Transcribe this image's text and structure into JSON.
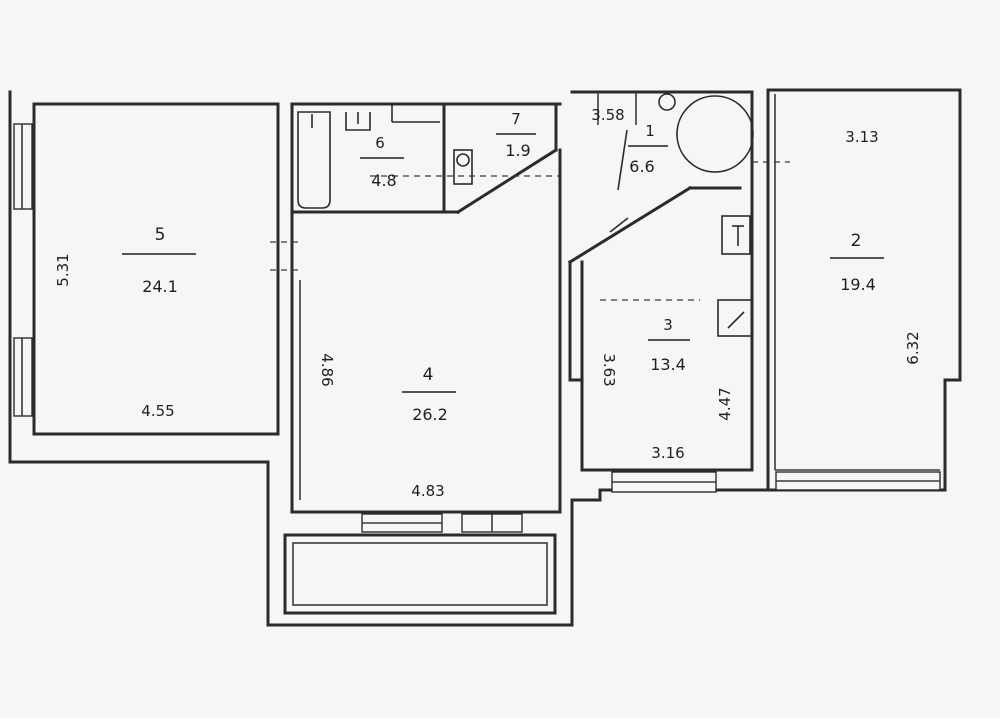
{
  "rooms": [
    {
      "number": "5",
      "area": "24.1"
    },
    {
      "number": "6",
      "area": "4.8"
    },
    {
      "number": "7",
      "area": "1.9"
    },
    {
      "number": "1",
      "area": "6.6"
    },
    {
      "number": "4",
      "area": "26.2"
    },
    {
      "number": "3",
      "area": "13.4"
    },
    {
      "number": "2",
      "area": "19.4"
    }
  ],
  "dimensions": {
    "room5_height": "5.31",
    "room5_width": "4.55",
    "room4_height": "4.86",
    "room4_width": "4.83",
    "room1_width": "3.58",
    "room3_height_left": "3.63",
    "room3_height_right": "4.47",
    "room3_width": "3.16",
    "room2_width": "3.13",
    "room2_height": "6.32"
  }
}
